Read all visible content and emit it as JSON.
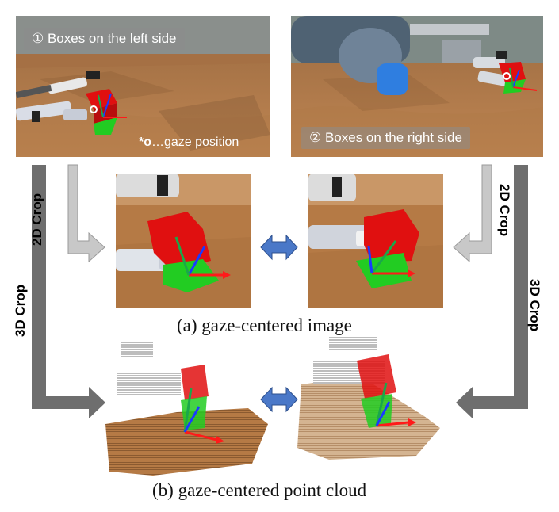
{
  "panels": {
    "left_scene_label": "① Boxes on the left side",
    "right_scene_label": "② Boxes on the right side",
    "gaze_note_marker": "*o",
    "gaze_note_text": "…gaze position"
  },
  "arrows": {
    "crop_2d_left": "2D Crop",
    "crop_2d_right": "2D Crop",
    "crop_3d_left": "3D Crop",
    "crop_3d_right": "3D Crop"
  },
  "captions": {
    "a": "(a) gaze-centered image",
    "b": "(b) gaze-centered point cloud"
  },
  "colors": {
    "light_arrow": "#c8c8c8",
    "dark_arrow": "#6e6e6e",
    "double_arrow": "#4a78c8",
    "red_box": "#e01010",
    "green_box": "#22cc22",
    "axis_x": "#ff1a1a",
    "axis_y": "#1aa84a",
    "axis_z": "#1a3aff",
    "wood": "#b57a45"
  }
}
